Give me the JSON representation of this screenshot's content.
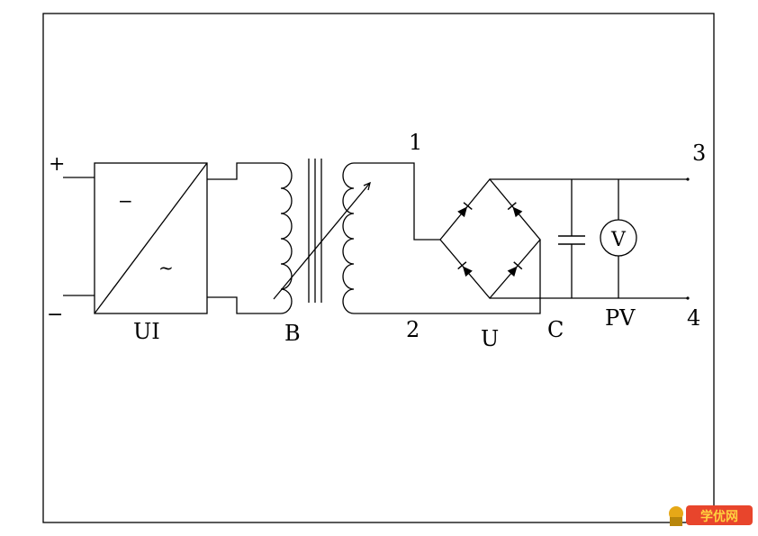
{
  "diagram": {
    "labels": {
      "plus": "+",
      "minus": "−",
      "ui_dc": "−",
      "ui_ac": "~",
      "ui": "UI",
      "transformer": "B",
      "node1": "1",
      "node2": "2",
      "node3": "3",
      "node4": "4",
      "rectifier": "U",
      "capacitor": "C",
      "voltmeter": "PV",
      "voltmeter_symbol": "V"
    },
    "watermark": "学优网"
  }
}
